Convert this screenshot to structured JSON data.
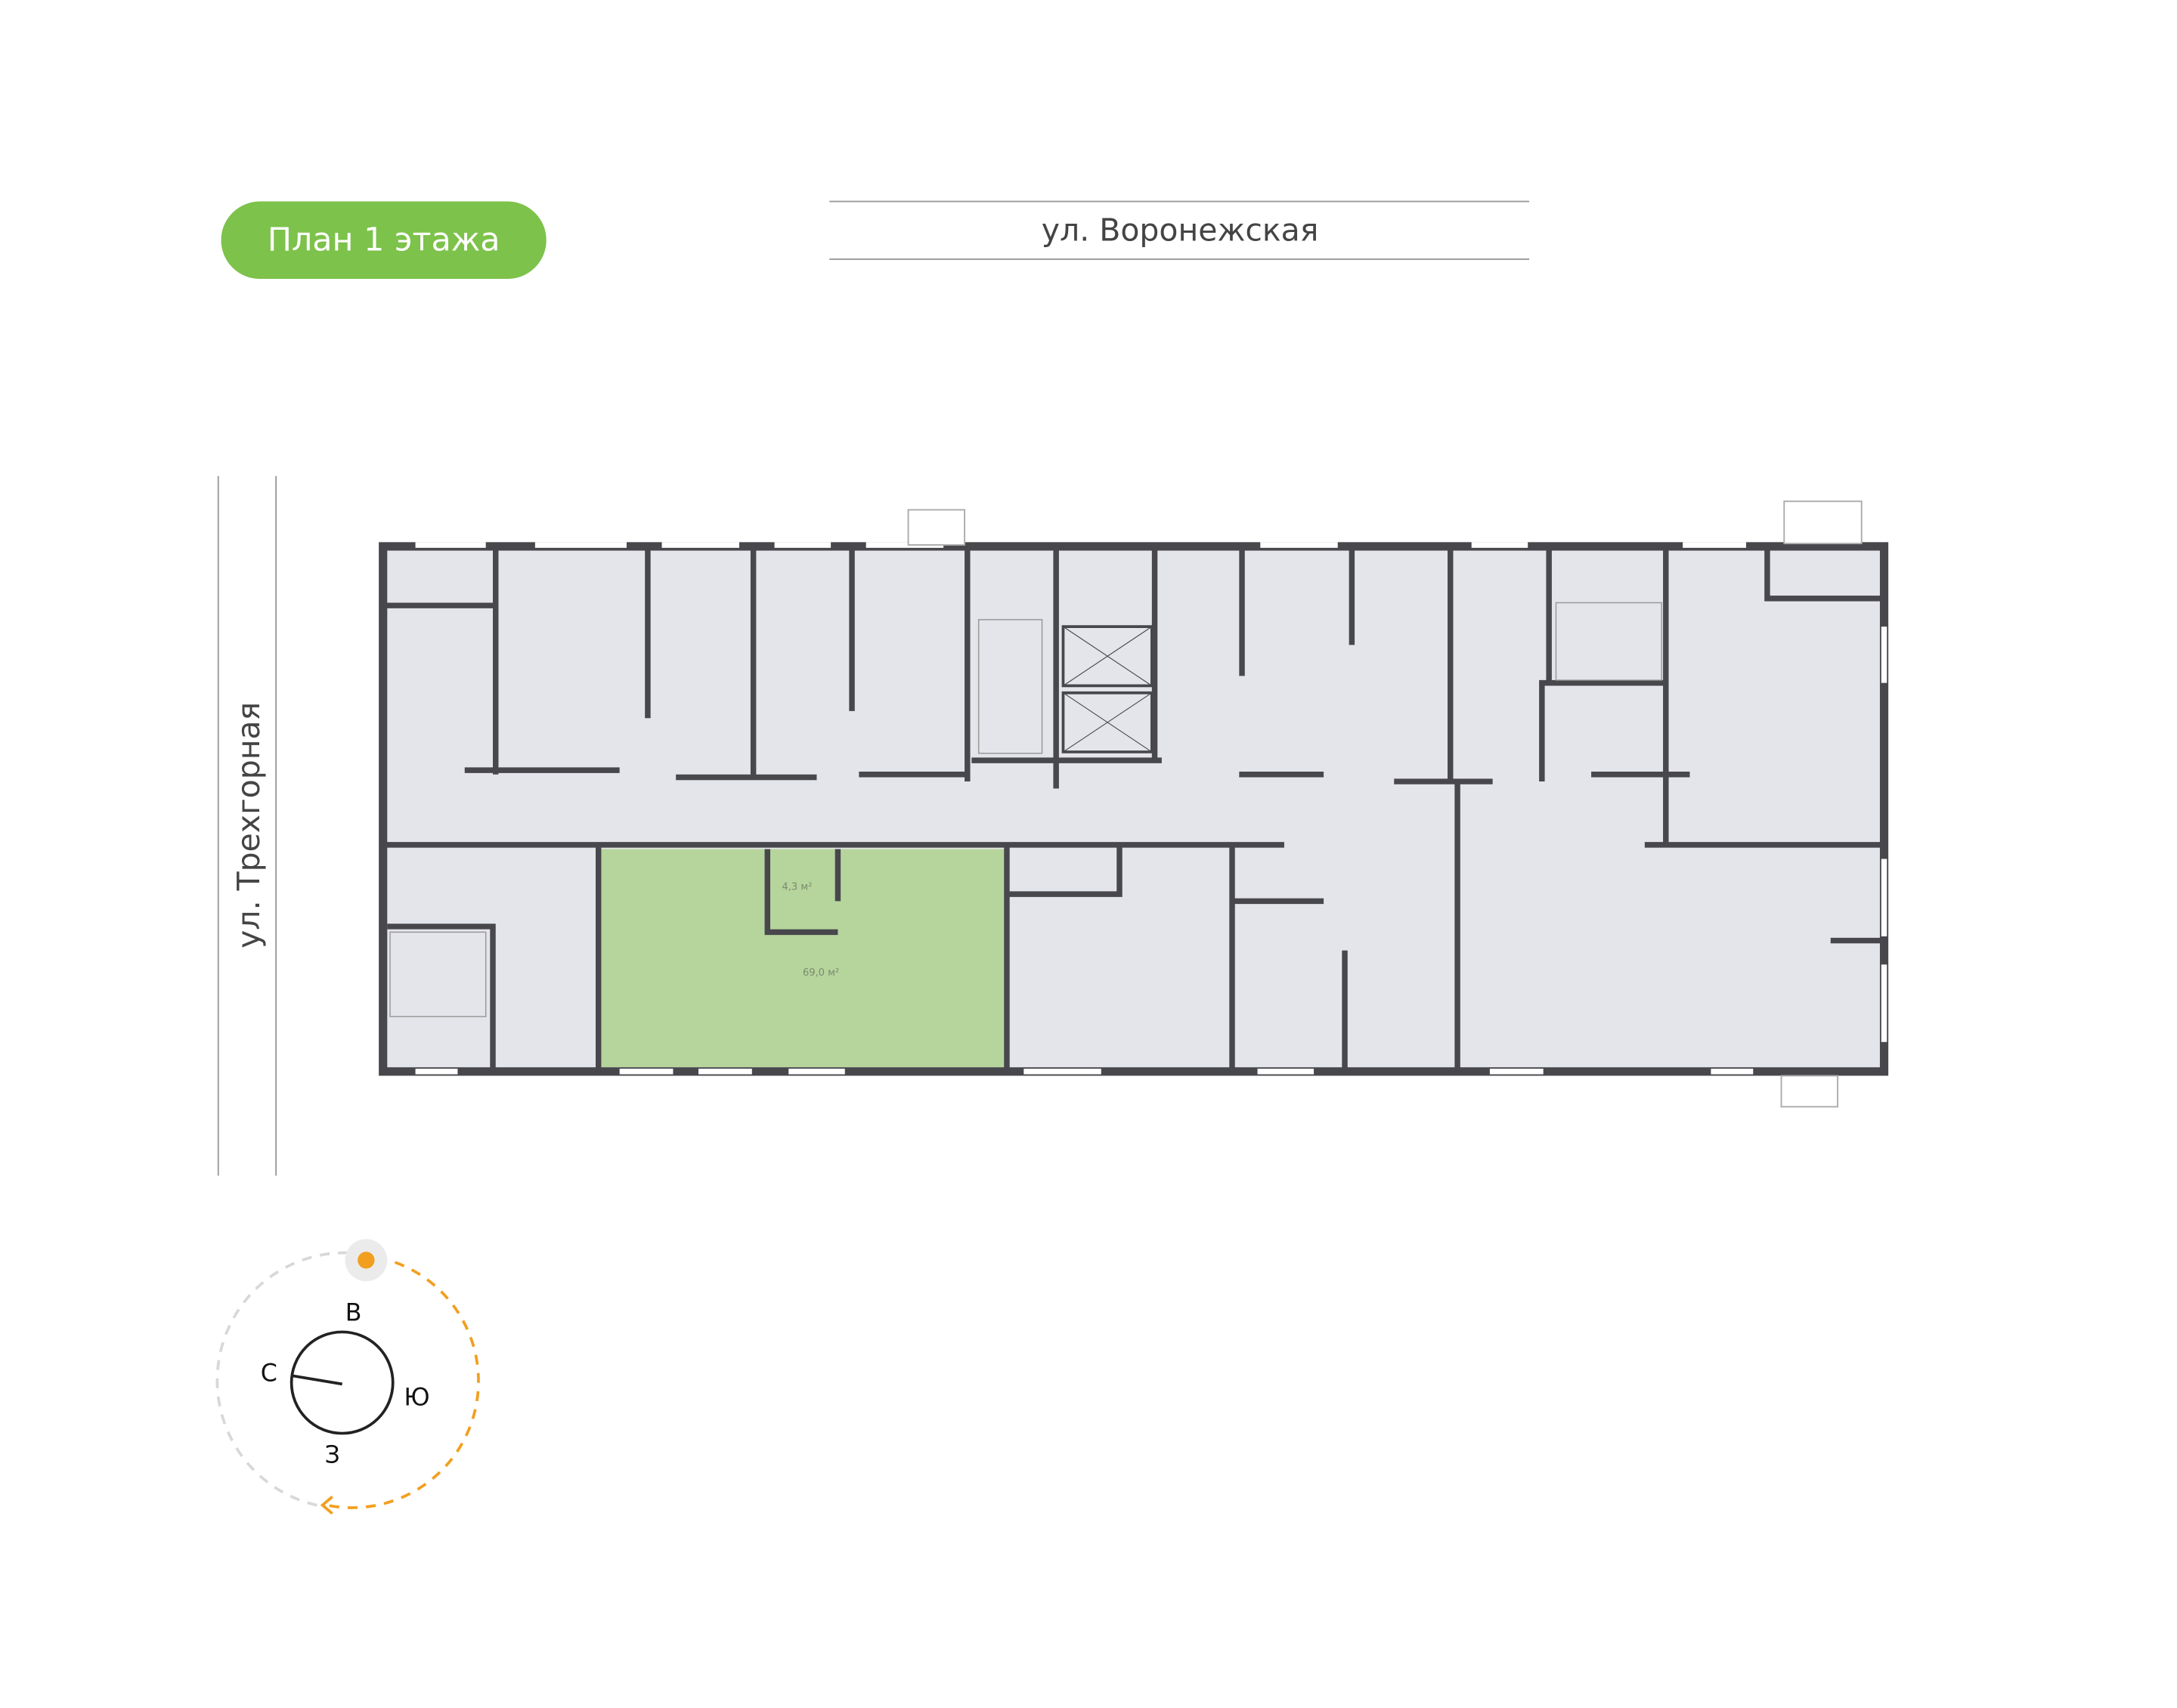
{
  "badge": {
    "label": "План 1 этажа",
    "color": "#7dc24b"
  },
  "streets": {
    "top": "ул. Воронежская",
    "left": "ул. Трехгорная"
  },
  "plan": {
    "selected_unit": {
      "area_main": "69,0 м²",
      "area_small": "4,3 м²",
      "color": "#b6d59c"
    },
    "floor_color": "#e4e5ea",
    "wall_color": "#47474c"
  },
  "compass": {
    "north": "С",
    "east": "В",
    "south": "Ю",
    "west": "З",
    "sun_color": "#f29f1f"
  }
}
